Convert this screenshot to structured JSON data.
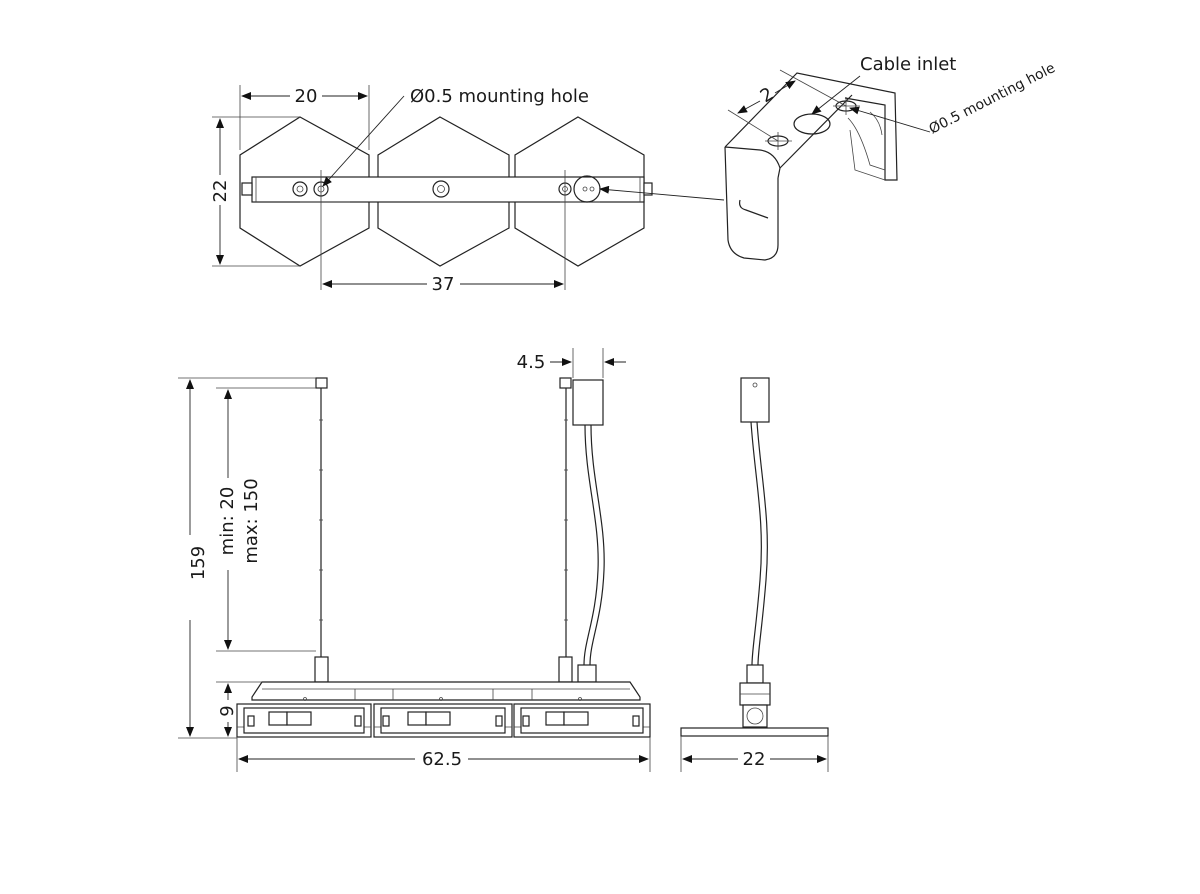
{
  "top_view": {
    "width_dim": "20",
    "height_dim": "22",
    "spacing_dim": "37",
    "mounting_hole_label": "Ø0.5 mounting hole"
  },
  "bracket_detail": {
    "cable_inlet_label": "Cable inlet",
    "hole_spacing_dim": "2",
    "mounting_hole_label": "Ø0.5 mounting hole"
  },
  "front_view": {
    "canopy_width_dim": "4.5",
    "total_height_dim": "159",
    "cable_min_label": "min: 20",
    "cable_max_label": "max: 150",
    "body_height_dim": "9",
    "total_length_dim": "62.5"
  },
  "side_view": {
    "depth_dim": "22"
  }
}
